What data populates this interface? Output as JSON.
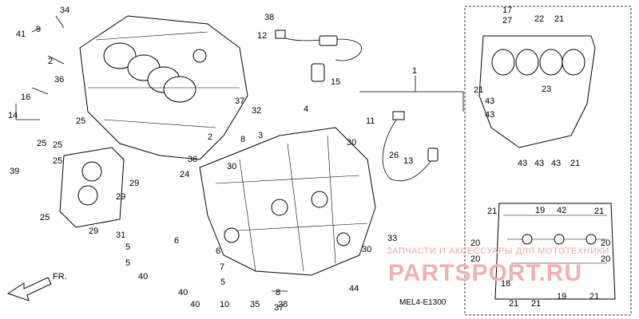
{
  "diagram": {
    "code": "MEL4-E1300",
    "fr_label": "FR.",
    "watermark": {
      "line1": "ЗАПЧАСТИ И АКСЕССУАРЫ ДЛЯ МОТОТЕХНИКИ",
      "line2": "PARTSPORT.RU"
    },
    "callouts": [
      "1",
      "2",
      "3",
      "4",
      "5",
      "6",
      "7",
      "8",
      "9",
      "10",
      "11",
      "12",
      "13",
      "14",
      "15",
      "16",
      "17",
      "18",
      "19",
      "20",
      "21",
      "22",
      "23",
      "24",
      "25",
      "26",
      "27",
      "28",
      "29",
      "30",
      "31",
      "32",
      "33",
      "34",
      "35",
      "36",
      "37",
      "38",
      "39",
      "40",
      "41",
      "42",
      "43",
      "44"
    ]
  }
}
